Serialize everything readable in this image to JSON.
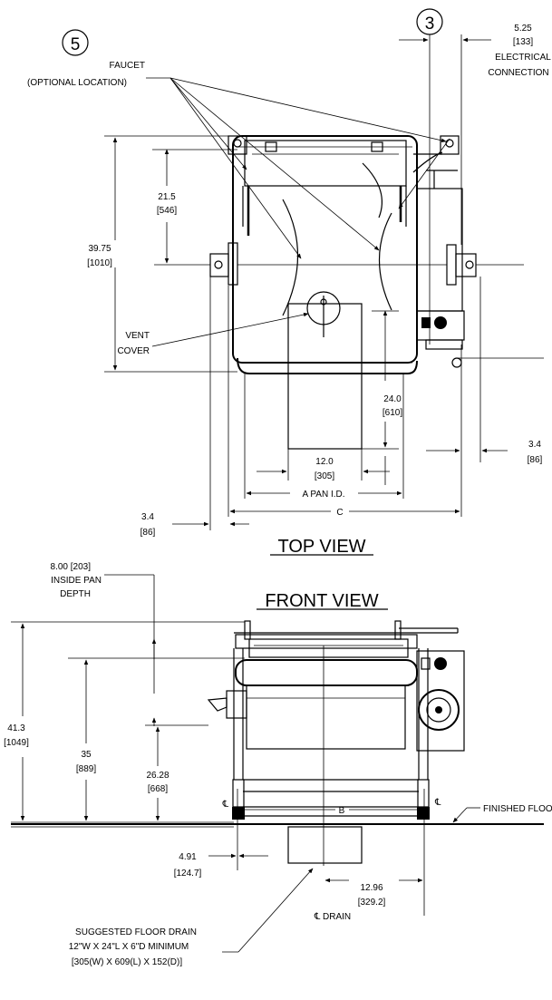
{
  "views": {
    "top": "TOP VIEW",
    "front": "FRONT VIEW"
  },
  "callouts": {
    "item5": "5",
    "item3": "3"
  },
  "labels": {
    "faucet": "FAUCET",
    "faucet_location": "(OPTIONAL LOCATION)",
    "vent": "VENT",
    "cover": "COVER",
    "electrical_dim": "5.25",
    "electrical_dim_mm": "[133]",
    "electrical": "ELECTRICAL",
    "connection": "CONNECTION",
    "depth_21_5": "21.5",
    "depth_546": "[546]",
    "depth_39_75": "39.75",
    "depth_1010": "[1010]",
    "dim_24": "24.0",
    "dim_610": "[610]",
    "dim_12": "12.0",
    "dim_305": "[305]",
    "pan_id": "A PAN I.D.",
    "dim_c": "C",
    "dim_3_4_left": "3.4",
    "dim_86_left": "[86]",
    "dim_3_4_right": "3.4",
    "dim_86_right": "[86]",
    "pan_depth": "8.00 [203]",
    "inside_pan": "INSIDE PAN",
    "depth_word": "DEPTH",
    "height_41_3": "41.3",
    "height_1049": "[1049]",
    "height_35": "35",
    "height_889": "[889]",
    "height_26_28": "26.28",
    "height_668": "[668]",
    "dim_b": "B",
    "finished_floor": "FINISHED FLOOR",
    "dim_4_91": "4.91",
    "dim_124_7": "[124.7]",
    "dim_12_96": "12.96",
    "dim_329_2": "[329.2]",
    "drain": "℄ DRAIN",
    "cl_left": "℄",
    "cl_right": "℄",
    "floor_drain_1": "SUGGESTED FLOOR DRAIN",
    "floor_drain_2": "12\"W X 24\"L X 6\"D MINIMUM",
    "floor_drain_3": "[305(W) X 609(L) X 152(D)]"
  }
}
